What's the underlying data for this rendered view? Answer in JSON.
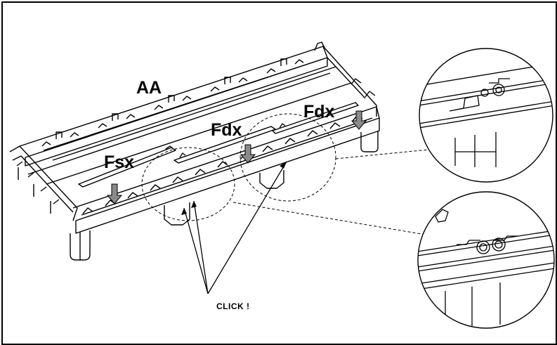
{
  "labels": {
    "aa": "AA",
    "fsx": "Fsx",
    "fdx_middle": "Fdx",
    "fdx_right": "Fdx",
    "click": "CLICK !"
  },
  "colors": {
    "line": "#000000",
    "arrow_fill": "#8a8a8a",
    "background": "#ffffff"
  }
}
